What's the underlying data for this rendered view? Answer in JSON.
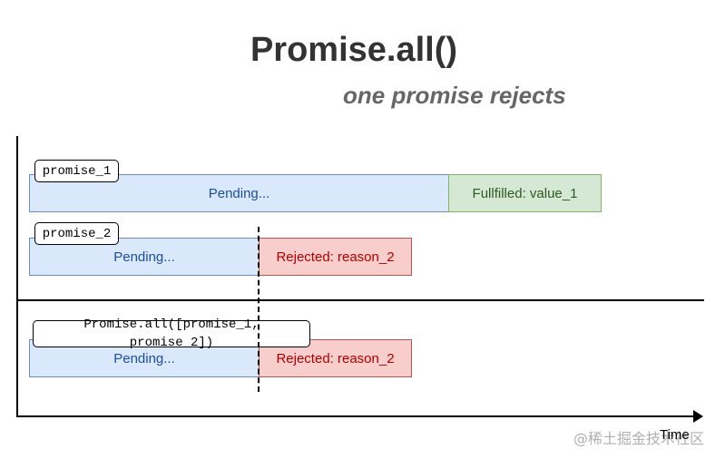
{
  "diagram": {
    "title": "Promise.all()",
    "subtitle": "one promise rejects",
    "time_label": "Time",
    "watermark": "@稀土掘金技术社区",
    "promise_1": {
      "label": "promise_1",
      "pending": "Pending...",
      "fulfilled": "Fullfilled: value_1"
    },
    "promise_2": {
      "label": "promise_2",
      "pending": "Pending...",
      "rejected": "Rejected: reason_2"
    },
    "promise_all": {
      "label": "Promise.all([promise_1, promise_2])",
      "pending": "Pending...",
      "rejected": "Rejected: reason_2"
    }
  }
}
